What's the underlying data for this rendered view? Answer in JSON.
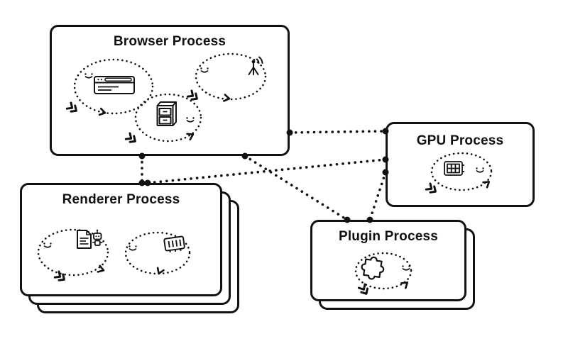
{
  "diagram": {
    "boxes": {
      "browser": {
        "title": "Browser Process",
        "stack_count": 1,
        "icons": [
          "browser-window-icon",
          "network-antenna-icon",
          "storage-cabinet-icon"
        ]
      },
      "gpu": {
        "title": "GPU Process",
        "stack_count": 1,
        "icons": [
          "gpu-chip-icon"
        ]
      },
      "renderer": {
        "title": "Renderer Process",
        "stack_count": 3,
        "icons": [
          "document-robot-icon",
          "memory-card-icon"
        ]
      },
      "plugin": {
        "title": "Plugin Process",
        "stack_count": 2,
        "icons": [
          "puzzle-piece-icon"
        ]
      }
    },
    "connections": [
      {
        "from": "browser",
        "to": "renderer"
      },
      {
        "from": "browser",
        "to": "gpu"
      },
      {
        "from": "browser",
        "to": "plugin"
      },
      {
        "from": "gpu",
        "to": "renderer"
      },
      {
        "from": "gpu",
        "to": "plugin"
      }
    ],
    "colors": {
      "ink": "#111111",
      "background": "#ffffff"
    }
  }
}
